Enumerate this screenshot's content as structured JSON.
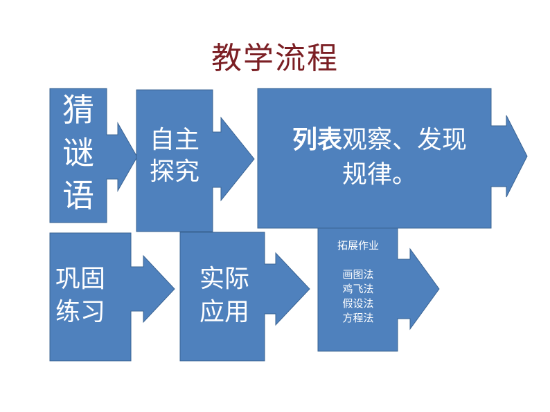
{
  "title": "教学流程",
  "colors": {
    "box_fill": "#4f81bd",
    "box_stroke": "#3a6392",
    "title": "#7b1f24",
    "text": "#ffffff"
  },
  "steps": [
    {
      "lines": [
        "猜",
        "谜",
        "语"
      ]
    },
    {
      "lines": [
        "自主",
        "探究"
      ]
    },
    {
      "bold": "列表",
      "rest1": "观察、发现",
      "line2": "规律。"
    },
    {
      "lines": [
        "巩固",
        "练习"
      ]
    },
    {
      "lines": [
        "实际",
        "应用"
      ]
    },
    {
      "heading": "拓展作业",
      "items": [
        "画图法",
        "鸡飞法",
        "假设法",
        "方程法"
      ]
    }
  ]
}
